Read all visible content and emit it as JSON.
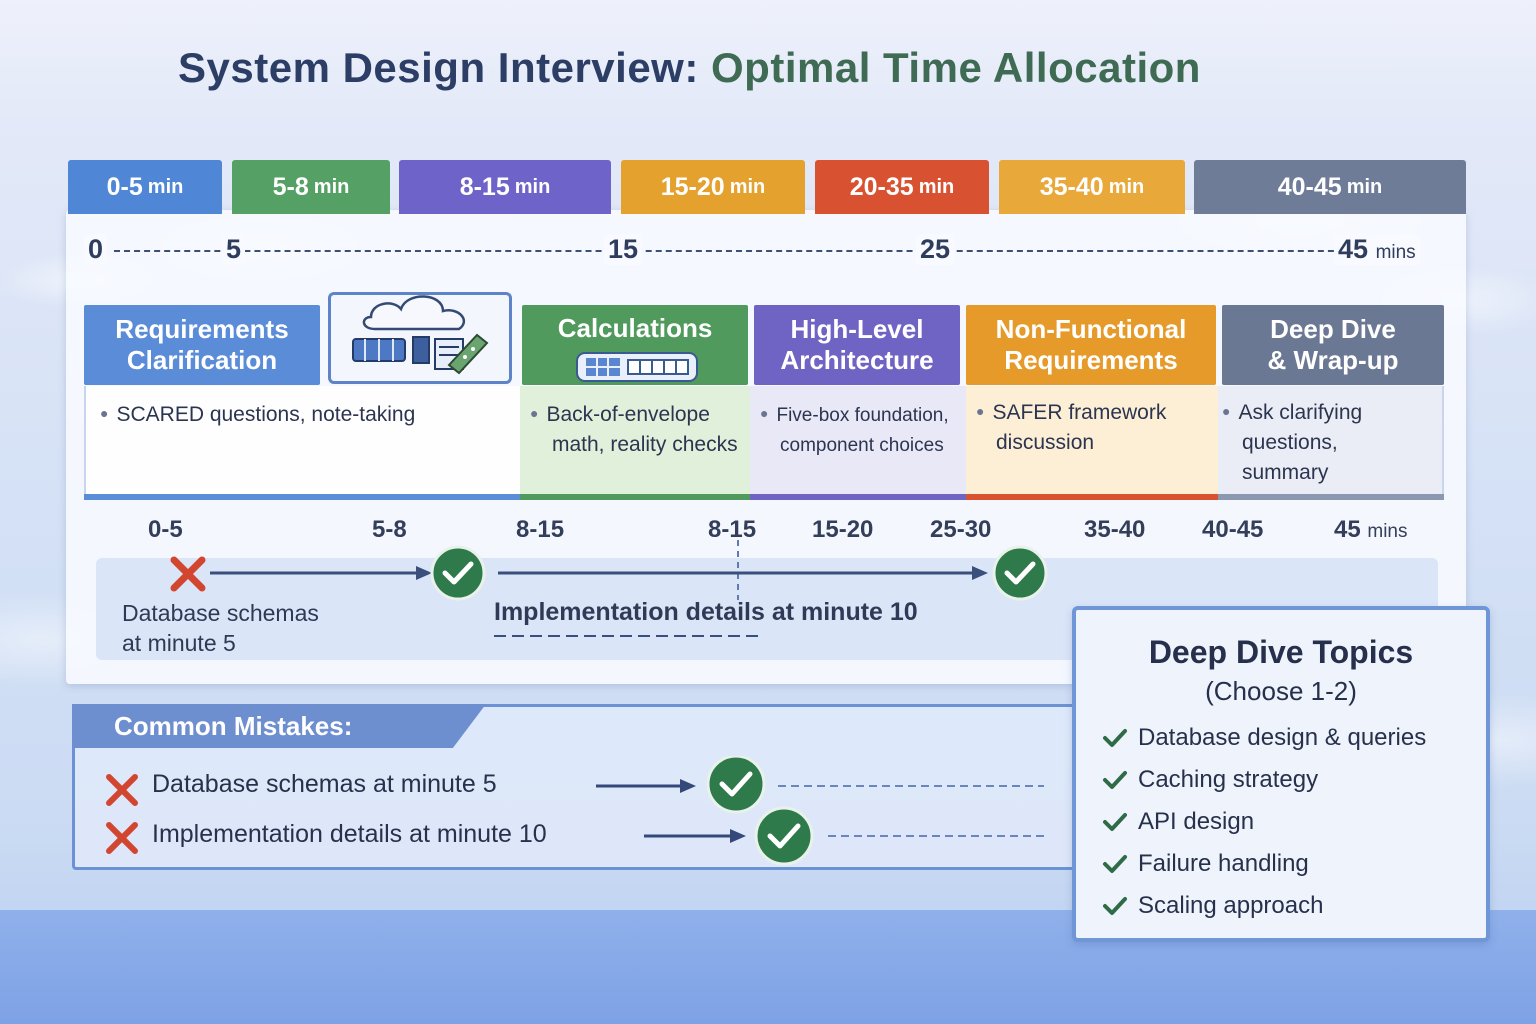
{
  "title": {
    "part1": "System Design Interview:",
    "part2": "Optimal Time Allocation"
  },
  "time_ranges": [
    {
      "label": "0-5",
      "unit": "min",
      "color": "#4f86d6"
    },
    {
      "label": "5-8",
      "unit": "min",
      "color": "#55a064"
    },
    {
      "label": "8-15",
      "unit": "min",
      "color": "#6e63c9"
    },
    {
      "label": "15-20",
      "unit": "min",
      "color": "#e4a12d"
    },
    {
      "label": "20-35",
      "unit": "min",
      "color": "#d85232"
    },
    {
      "label": "35-40",
      "unit": "min",
      "color": "#e9a83a"
    },
    {
      "label": "40-45",
      "unit": "min",
      "color": "#6f7c97"
    }
  ],
  "scale": {
    "marks": [
      "0",
      "5",
      "15",
      "25",
      "45"
    ],
    "unit": "mins"
  },
  "phases": [
    {
      "title_line1": "Requirements",
      "title_line2": "Clarification",
      "text_line1": "SCARED questions, note-taking",
      "text_line2": "",
      "text_line3": "",
      "color": "#5b8cd8"
    },
    {
      "title_line1": "Calculations",
      "title_line2": "",
      "text_line1": "Back-of-envelope",
      "text_line2": "math, reality checks",
      "text_line3": "",
      "color": "#4f9a5c"
    },
    {
      "title_line1": "High-Level",
      "title_line2": "Architecture",
      "text_line1": "Five-box foundation,",
      "text_line2": "component choices",
      "text_line3": "",
      "color": "#6f64c4"
    },
    {
      "title_line1": "Non-Functional",
      "title_line2": "Requirements",
      "text_line1": "SAFER framework",
      "text_line2": "discussion",
      "text_line3": "",
      "color": "#e59a2a"
    },
    {
      "title_line1": "Deep Dive",
      "title_line2": "& Wrap-up",
      "text_line1": "Ask clarifying",
      "text_line2": "questions,",
      "text_line3": "summary",
      "color": "#6b7894"
    }
  ],
  "ticks": [
    "0-5",
    "5-8",
    "8-15",
    "8-15",
    "15-20",
    "25-30",
    "35-40",
    "40-45",
    "45"
  ],
  "ticks_unit": "mins",
  "flow": {
    "left_text_line1": "Database schemas",
    "left_text_line2": "at minute 5",
    "center_text": "Implementation details at minute 10"
  },
  "mistakes": {
    "heading": "Common Mistakes:",
    "items": [
      "Database schemas at minute 5",
      "Implementation details at minute 10"
    ]
  },
  "deep_dive": {
    "title": "Deep Dive Topics",
    "subtitle": "(Choose 1-2)",
    "topics": [
      "Database design & queries",
      "Caching strategy",
      "API design",
      "Failure handling",
      "Scaling approach"
    ]
  }
}
